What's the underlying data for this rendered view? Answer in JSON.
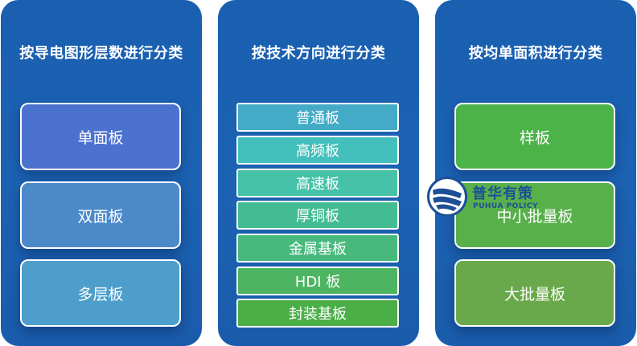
{
  "panels": [
    {
      "title": "按导电图形层数进行分类",
      "items": [
        "单面板",
        "双面板",
        "多层板"
      ],
      "colors": [
        "#4b72cf",
        "#4c89c9",
        "#4d9ecb"
      ]
    },
    {
      "title": "按技术方向进行分类",
      "items": [
        "普通板",
        "高频板",
        "高速板",
        "厚铜板",
        "金属基板",
        "HDI 板",
        "封装基板"
      ],
      "colors": [
        "#43abc6",
        "#43c0bc",
        "#45c2a7",
        "#43bc94",
        "#48b97c",
        "#4db562",
        "#4aaf46"
      ]
    },
    {
      "title": "按均单面积进行分类",
      "items": [
        "样板",
        "中小批量板",
        "大批量板"
      ],
      "colors": [
        "#4cb349",
        "#58b04b",
        "#6aa94b"
      ]
    }
  ],
  "watermark": {
    "name_cn": "普华有策",
    "name_en": "PUHUA POLICY",
    "icon": "puhua-logo-icon"
  }
}
